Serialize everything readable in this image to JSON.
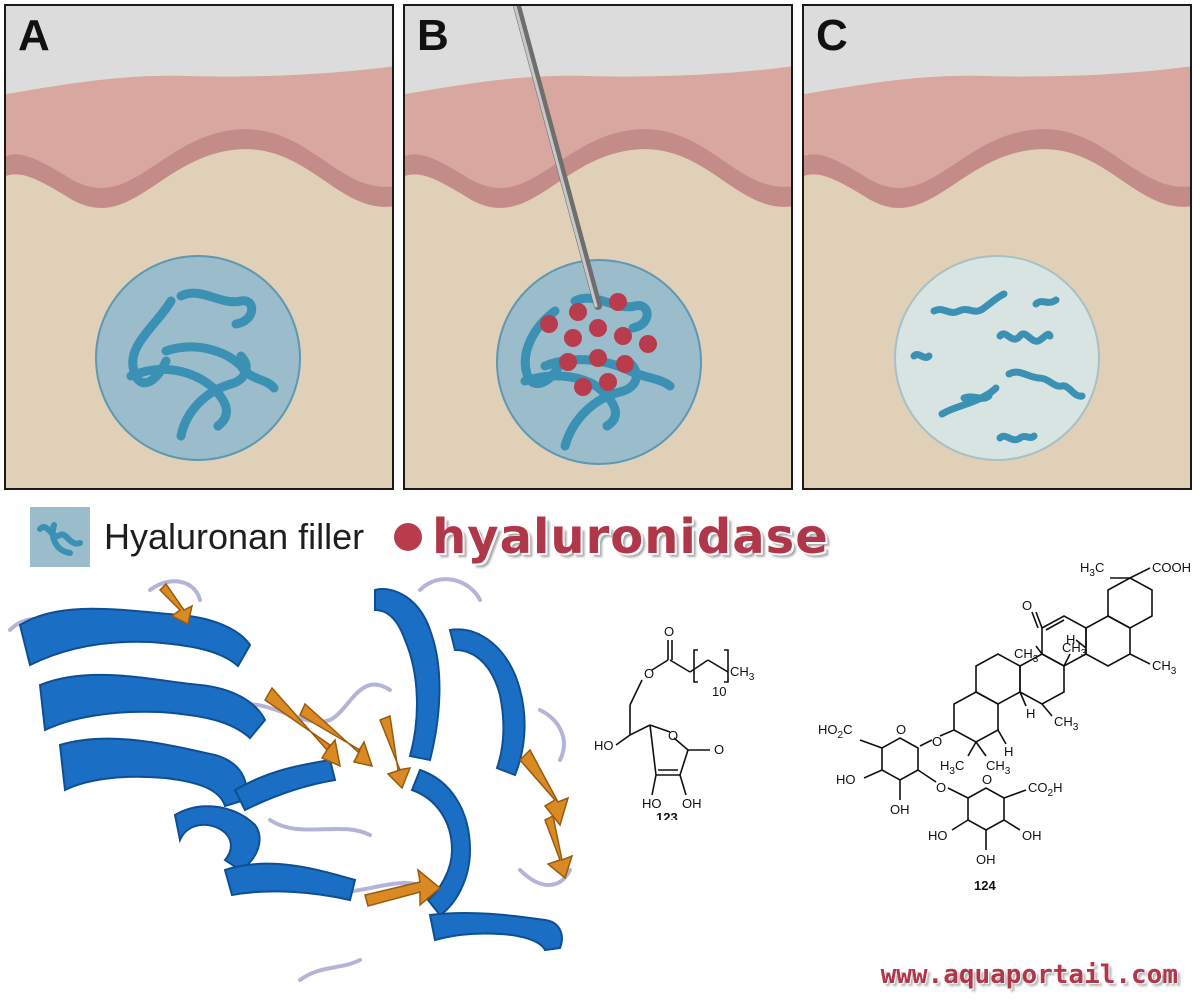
{
  "panels": [
    {
      "letter": "A"
    },
    {
      "letter": "B"
    },
    {
      "letter": "C"
    }
  ],
  "legend": {
    "filler_label": "Hyaluronan filler",
    "enzyme_label": "hyaluronidase"
  },
  "molecule_123": {
    "label": "123",
    "atoms": {
      "o_ester": "O",
      "o_carbonyl": "O",
      "ch3": "CH",
      "ch3_sub": "3",
      "repeat": "10",
      "ho_top": "HO",
      "o_ring": "O",
      "o_lactone": "O",
      "ho_left": "HO",
      "oh_right": "OH"
    }
  },
  "molecule_124": {
    "label": "124",
    "atoms": {
      "h3c": "H",
      "h3c_sub": "3",
      "h3c_c": "C",
      "cooh": "COOH",
      "h_top": "H",
      "o_keto": "O",
      "ch3_a": "CH",
      "ch3_b": "CH",
      "ch3_c": "CH",
      "ch3_d": "CH",
      "sub3": "3",
      "h_mid": "H",
      "h_low": "H",
      "h3c_low": "H",
      "h3c_low_rest": "C",
      "ch3_low": "CH",
      "o_link1": "O",
      "o_ring1": "O",
      "ho2c": "HO",
      "ho2c_sub": "2",
      "ho2c_c": "C",
      "ho_1": "HO",
      "oh_1": "OH",
      "o_link2": "O",
      "o_ring2": "O",
      "co2h": "CO",
      "co2h_sub": "2",
      "co2h_h": "H",
      "ho_2": "HO",
      "oh_2": "OH",
      "oh_3": "OH"
    }
  },
  "website": "www.aquaportail.com",
  "colors": {
    "skin_top": "#dcdcdc",
    "epidermis": "#d8a79f",
    "dermis_band": "#c48c88",
    "dermis": "#e0d0b8",
    "filler": "#9bbccb",
    "strand": "#3a91b4",
    "enzyme": "#b83c4c",
    "helix": "#1a6fc4",
    "sheet": "#d98a22",
    "loop": "#b4b4d8"
  }
}
